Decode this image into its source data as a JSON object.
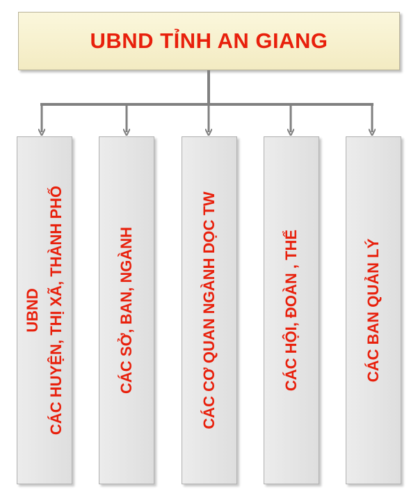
{
  "root": {
    "title": "UBND TỈNH AN GIANG"
  },
  "children": [
    {
      "lines": [
        "UBND",
        "CÁC HUYỆN, THỊ XÃ, THÀNH PHỐ"
      ]
    },
    {
      "lines": [
        "CÁC SỞ, BAN, NGÀNH"
      ]
    },
    {
      "lines": [
        "CÁC CƠ QUAN NGÀNH DỌC TW"
      ]
    },
    {
      "lines": [
        "CÁC HỘI, ĐOÀN , THỂ"
      ]
    },
    {
      "lines": [
        "CÁC BAN QUẢN LÝ"
      ]
    }
  ],
  "colors": {
    "text": "#e8200c",
    "connector": "#808080",
    "root_fill": "#f6f0cf",
    "child_fill": "#e6e6e6"
  }
}
